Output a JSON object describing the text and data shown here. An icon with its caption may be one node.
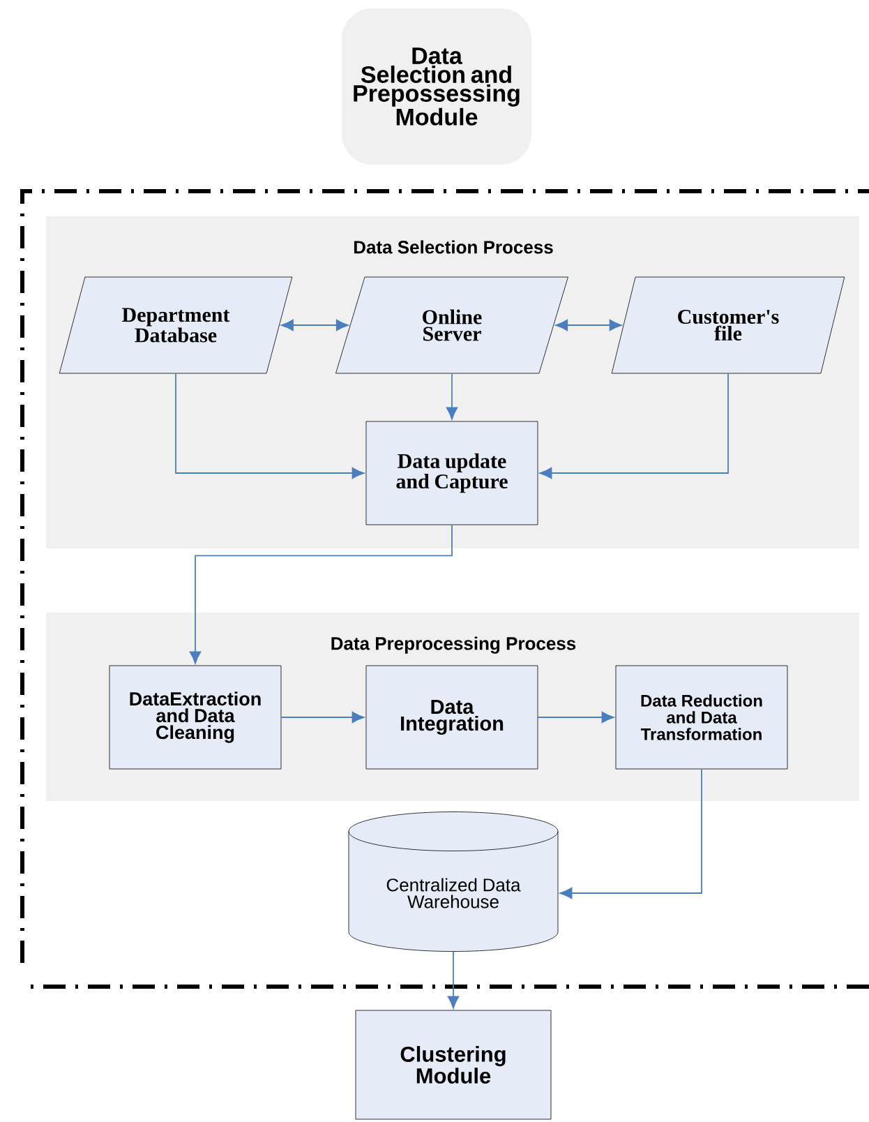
{
  "diagram": {
    "nodes": [
      {
        "text": [
          "Data Selection and Prepossessing Module"
        ]
      },
      {
        "text": [
          "Data Selection Process"
        ]
      },
      {
        "text": [
          "Department Database"
        ],
        "in": 1
      },
      {
        "text": [
          "Online Server"
        ],
        "in": 1
      },
      {
        "text": [
          "Customer's file"
        ],
        "in": 1
      },
      {
        "text": [
          "Data update and Capture"
        ],
        "in": 1
      },
      {
        "text": [
          "Data Preprocessing Process"
        ]
      },
      {
        "text": [
          "DataExtraction and Data Cleaning"
        ],
        "in": 6
      },
      {
        "text": [
          "Data Integration"
        ],
        "in": 6
      },
      {
        "text": [
          "Data Reduction and Data Transformation"
        ],
        "in": 6
      },
      {
        "text": [
          "Centralized Data Warehouse"
        ]
      },
      {
        "text": [
          "Clustering Module"
        ]
      }
    ],
    "edges": [
      {
        "from": 2,
        "to": 3,
        "arrow": "both"
      },
      {
        "from": 3,
        "to": 4,
        "arrow": "both"
      },
      {
        "from": 2,
        "to": 5,
        "arrow": "to"
      },
      {
        "from": 3,
        "to": 5,
        "arrow": "to"
      },
      {
        "from": 4,
        "to": 5,
        "arrow": "to"
      },
      {
        "from": 5,
        "to": 7,
        "arrow": "to"
      },
      {
        "from": 7,
        "to": 8,
        "arrow": "to"
      },
      {
        "from": 8,
        "to": 9,
        "arrow": "to"
      },
      {
        "from": 9,
        "to": 10,
        "arrow": "to"
      },
      {
        "from": 10,
        "to": 11,
        "arrow": "to"
      }
    ]
  }
}
